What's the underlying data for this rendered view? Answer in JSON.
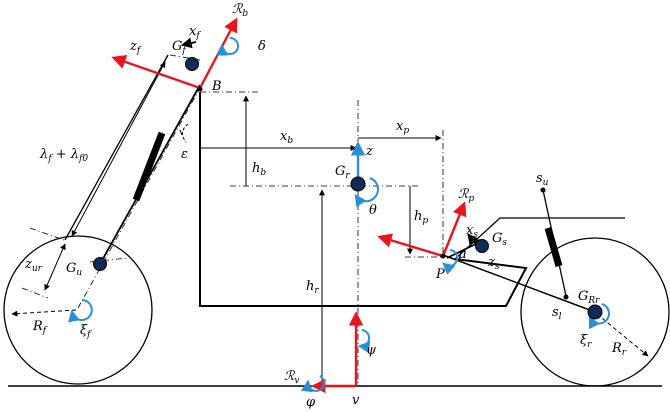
{
  "labels": {
    "Rb": "ℛ",
    "Rb_sub": "b",
    "delta": "δ",
    "xf": "x",
    "xf_sub": "f",
    "zf": "z",
    "zf_sub": "f",
    "Gf": "G",
    "Gf_sub": "f",
    "B": "B",
    "epsilon": "ε",
    "lambda": "λ",
    "lambda_sub": "f",
    "lambda_plus": " + λ",
    "lambda_sub2": "f0",
    "xb": "x",
    "xb_sub": "b",
    "xp": "x",
    "xp_sub": "p",
    "hb": "h",
    "hb_sub": "b",
    "z": "z",
    "Gr": "G",
    "Gr_sub": "r",
    "theta": "θ",
    "hp": "h",
    "hp_sub": "p",
    "Rp": "ℛ",
    "Rp_sub": "p",
    "xs": "x",
    "xs_sub": "s",
    "Gs": "G",
    "Gs_sub": "s",
    "mu": "μ",
    "zs": "z",
    "zs_sub": "s",
    "P": "P",
    "su": "s",
    "su_sub": "u",
    "sl": "s",
    "sl_sub": "l",
    "GRr": "G",
    "GRr_sub": "Rr",
    "xir": "ξ",
    "xir_sub": "r",
    "Rr": "R",
    "Rr_sub": "r",
    "zur": "z",
    "zur_sub": "ur",
    "Gu": "G",
    "Gu_sub": "u",
    "Rf": "R",
    "Rf_sub": "f",
    "xif": "ξ",
    "xif_sub": "f",
    "hr": "h",
    "hr_sub": "r",
    "psi": "ψ",
    "Rv": "ℛ",
    "Rv_sub": "v",
    "phi": "φ",
    "v": "v"
  },
  "colors": {
    "red": "#e8141e",
    "blue": "#2a8fd9",
    "mass": "#142a56",
    "ink": "#000000"
  },
  "icons": {
    "rotation": "curved-arrow-icon",
    "mass": "filled-circle-icon"
  }
}
